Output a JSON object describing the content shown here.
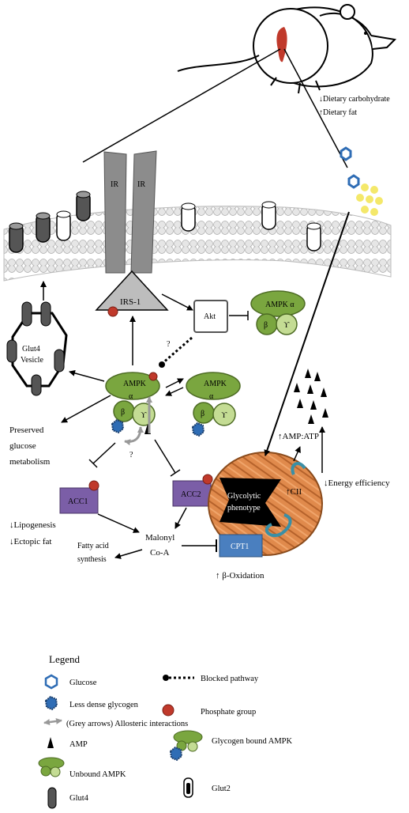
{
  "mouse_labels": {
    "dietary_carbohydrate": "↓Dietary carbohydrate",
    "dietary_fat": "↑Dietary fat"
  },
  "membrane": {
    "receptor_left": "IR",
    "receptor_right": "IR",
    "irs1": "IRS-1",
    "akt": "Akt"
  },
  "ampk": {
    "top_right": {
      "title": "AMPK α",
      "beta": "β",
      "gamma": "ϒ"
    },
    "center": {
      "title": "AMPK",
      "alpha": "α",
      "beta": "β",
      "gamma": "ϒ"
    },
    "right": {
      "title": "AMPK",
      "alpha": "α",
      "beta": "β",
      "gamma": "ϒ"
    },
    "question_marks": [
      "?",
      "?"
    ]
  },
  "vesicle": {
    "line1": "Glut4",
    "line2": "Vesicle"
  },
  "left_text": {
    "preserved": [
      "Preserved",
      "glucose",
      "metabolism"
    ],
    "lipogenesis": "↓Lipogenesis",
    "ectopic_fat": "↓Ectopic fat",
    "fatty_acid": [
      "Fatty acid",
      "synthesis"
    ]
  },
  "enzymes": {
    "acc1": "ACC1",
    "acc2": "ACC2",
    "malonyl": [
      "Malonyl",
      "Co-A"
    ],
    "cpt1": "CPT1",
    "beta_oxidation": "↑ β-Oxidation"
  },
  "mito": {
    "phenotype": [
      "Glycolytic",
      "phenotype"
    ],
    "cii": "↑CII",
    "amp_atp": "↑AMP:ATP",
    "energy": "↓Energy efficiency"
  },
  "legend": {
    "title": "Legend",
    "glucose": "Glucose",
    "glycogen": "Less dense glycogen",
    "allosteric": "(Grey arrows) Allosteric interactions",
    "amp": "AMP",
    "unbound": "Unbound AMPK",
    "glut4": "Glut4",
    "blocked": "Blocked pathway",
    "phosphate": "Phosphate group",
    "glycogen_bound": "Glycogen bound AMPK",
    "glut2": "Glut2"
  },
  "colors": {
    "ampk_green": "#7aa63f",
    "ampk_light": "#c4dc94",
    "receptor_grey": "#8c8c8c",
    "phosphate_red": "#c0392b",
    "enzyme_purple": "#7b5ea7",
    "cpt1_blue": "#4a7fbf",
    "mito_orange": "#e08a4c",
    "liver_red": "#c0392b",
    "glucose_blue": "#2f6db5"
  }
}
